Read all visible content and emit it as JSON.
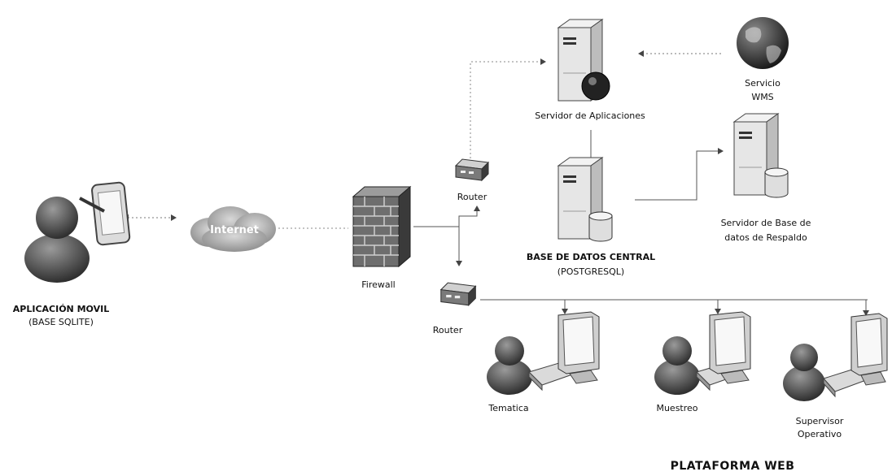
{
  "mobile": {
    "title": "APLICACIÓN MOVIL",
    "subtitle": "(BASE SQLITE)"
  },
  "internet": {
    "label": "Internet"
  },
  "firewall": {
    "label": "Firewall"
  },
  "router_top": {
    "label": "Router"
  },
  "router_bottom": {
    "label": "Router"
  },
  "app_server": {
    "label": "Servidor de Aplicaciones"
  },
  "wms": {
    "line1": "Servicio",
    "line2": "WMS"
  },
  "db_central": {
    "title": "BASE DE DATOS CENTRAL",
    "subtitle": "(POSTGRESQL)"
  },
  "backup": {
    "line1": "Servidor de Base de",
    "line2": "datos de Respaldo"
  },
  "users": [
    {
      "label": "Tematica"
    },
    {
      "label": "Muestreo"
    },
    {
      "label1": "Supervisor",
      "label2": "Operativo"
    }
  ],
  "platform": {
    "title": "PLATAFORMA WEB"
  },
  "colors": {
    "line": "#555555",
    "dotted": "#888888",
    "person": "#4a4a4a",
    "server": "#e9e9e9"
  }
}
